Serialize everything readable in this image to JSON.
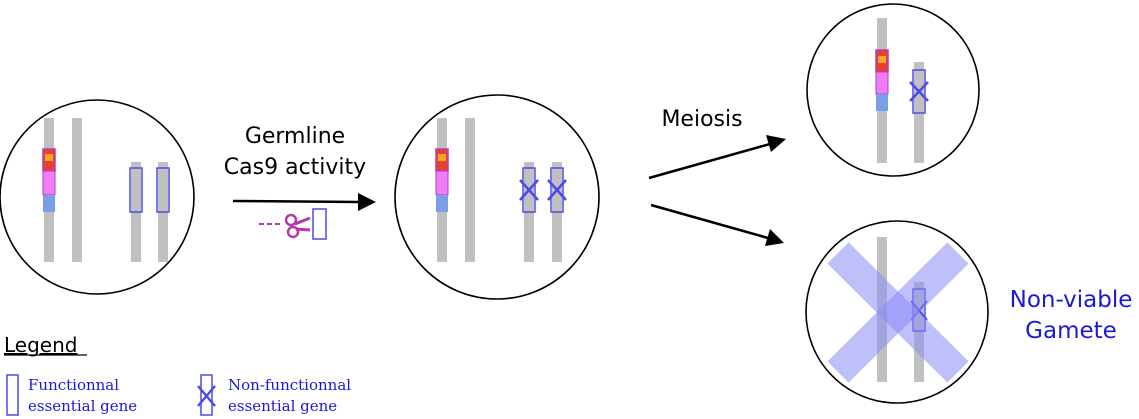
{
  "labels": {
    "germline_line1": "Germline",
    "germline_line2": "Cas9 activity",
    "meiosis": "Meiosis",
    "nonviable_line1": "Non-viable",
    "nonviable_line2": "Gamete"
  },
  "legend": {
    "title": "Legend",
    "functional_line1": "Functionnal",
    "functional_line2": "essential gene",
    "nonfunctional_line1": "Non-functionnal",
    "nonfunctional_line2": "essential gene"
  },
  "icons": {
    "scissors": "scissors-icon",
    "cross": "cross-icon"
  },
  "colors": {
    "chromosome": "#c0c0c0",
    "gene_outline": "#4b4bea",
    "cross_mark": "#4b4bea",
    "cassette_red": "#e8402a",
    "cassette_orange": "#f5a623",
    "cassette_pink": "#f27cf7",
    "cassette_blue": "#7b9fe6",
    "cassette_outline": "#b03cc6",
    "scissors": "#b43aa8",
    "nonviable_overlay": "#8a8af5",
    "nonviable_text": "#1a1ad6"
  }
}
